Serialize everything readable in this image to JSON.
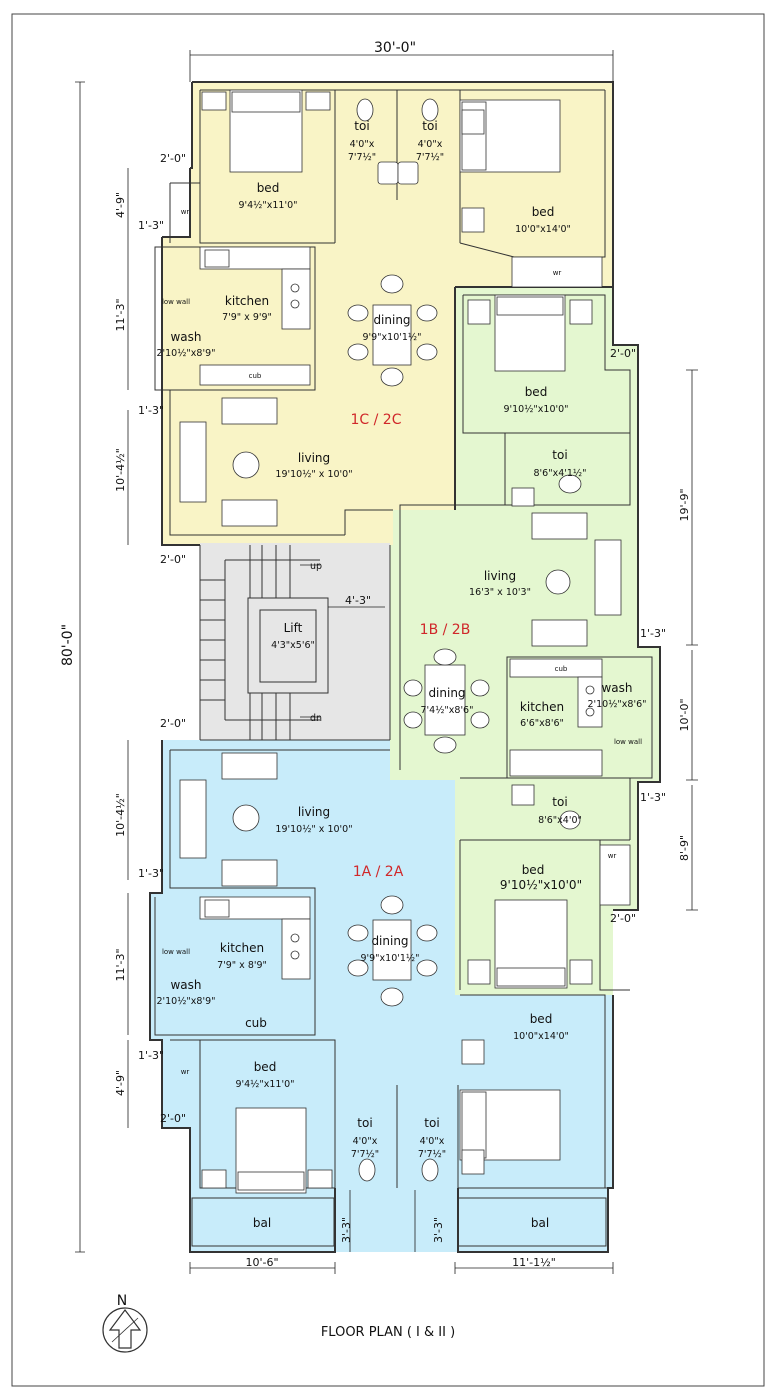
{
  "colors": {
    "unit_c": "#f9f4c6",
    "unit_b": "#e4f7d0",
    "unit_a": "#c8ecfa",
    "core": "#e6e6e6",
    "unit_label": "#d0282a"
  },
  "title": "FLOOR PLAN ( I & II )",
  "north": "N",
  "dimensions": {
    "top": "30'-0\"",
    "height": "80'-0\"",
    "bottom_left": "10'-6\"",
    "bottom_right": "11'-1½\"",
    "right_upper": "19'-9\"",
    "right_middle": "10'-0\"",
    "right_lower": "8'-9\"",
    "lift_gap": "4'-3\"",
    "d_2_0_a": "2'-0\"",
    "d_2_0_b": "2'-0\"",
    "d_2_0_c": "2'-0\"",
    "d_2_0_d": "2'-0\"",
    "d_2_0_e": "2'-0\"",
    "d_2_0_f": "2'-0\"",
    "d_4_9_a": "4'-9\"",
    "d_4_9_b": "4'-9\"",
    "d_1_3_a": "1'-3\"",
    "d_1_3_b": "1'-3\"",
    "d_1_3_c": "1'-3\"",
    "d_1_3_d": "1'-3\"",
    "d_1_3_e": "1'-3\"",
    "d_1_3_f": "1'-3\"",
    "d_11_3_a": "11'-3\"",
    "d_11_3_b": "11'-3\"",
    "d_10_4_a": "10'-4½\"",
    "d_10_4_b": "10'-4½\"",
    "d_3_3_a": "3'-3\"",
    "d_3_3_b": "3'-3\""
  },
  "units": {
    "c": {
      "label": "1C / 2C",
      "bed1": {
        "name": "bed",
        "size": "9'4½\"x11'0\""
      },
      "toi1": {
        "name": "toi",
        "size1": "4'0\"x",
        "size2": "7'7½\""
      },
      "toi2": {
        "name": "toi",
        "size1": "4'0\"x",
        "size2": "7'7½\""
      },
      "bed2": {
        "name": "bed",
        "size": "10'0\"x14'0\""
      },
      "wr1": "wr",
      "wr2": "wr",
      "kitchen": {
        "name": "kitchen",
        "size": "7'9\" x 9'9\""
      },
      "low_wall": "low wall",
      "wash": {
        "name": "wash",
        "size": "2'10½\"x8'9\""
      },
      "cub": "cub",
      "dining": {
        "name": "dining",
        "size": "9'9\"x10'1½\""
      },
      "living": {
        "name": "living",
        "size": "19'10½\" x 10'0\""
      }
    },
    "b": {
      "label": "1B / 2B",
      "bed1": {
        "name": "bed",
        "size": "9'10½\"x10'0\""
      },
      "toi1": {
        "name": "toi",
        "size": "8'6\"x4'1½\""
      },
      "living": {
        "name": "living",
        "size": "16'3\" x 10'3\""
      },
      "dining": {
        "name": "dining",
        "size": "7'4½\"x8'6\""
      },
      "cub": "cub",
      "kitchen": {
        "name": "kitchen",
        "size": "6'6\"x8'6\""
      },
      "wash": {
        "name": "wash",
        "size": "2'10½\"x8'6\""
      },
      "low_wall": "low wall",
      "toi2": {
        "name": "toi",
        "size": "8'6\"x4'0\""
      },
      "bed2": {
        "name": "bed",
        "size": "9'10½\"x10'0\""
      },
      "wr": "wr"
    },
    "a": {
      "label": "1A / 2A",
      "living": {
        "name": "living",
        "size": "19'10½\" x 10'0\""
      },
      "kitchen": {
        "name": "kitchen",
        "size": "7'9\" x 8'9\""
      },
      "low_wall": "low wall",
      "wash": {
        "name": "wash",
        "size": "2'10½\"x8'9\""
      },
      "cub": "cub",
      "dining": {
        "name": "dining",
        "size": "9'9\"x10'1½\""
      },
      "bed1": {
        "name": "bed",
        "size": "9'4½\"x11'0\""
      },
      "wr": "wr",
      "toi1": {
        "name": "toi",
        "size1": "4'0\"x",
        "size2": "7'7½\""
      },
      "toi2": {
        "name": "toi",
        "size1": "4'0\"x",
        "size2": "7'7½\""
      },
      "bed2": {
        "name": "bed",
        "size": "10'0\"x14'0\""
      },
      "bal1": "bal",
      "bal2": "bal"
    }
  },
  "core": {
    "lift": {
      "name": "Lift",
      "size": "4'3\"x5'6\""
    },
    "up": "up",
    "dn": "dn"
  }
}
